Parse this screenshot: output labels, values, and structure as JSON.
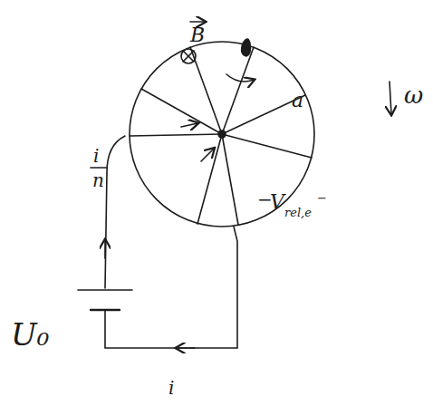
{
  "diagram": {
    "labels": [
      "B",
      "a",
      "ω",
      "i",
      "n",
      "−",
      "V",
      "rel,e",
      "−",
      "U₀",
      "i"
    ]
  }
}
